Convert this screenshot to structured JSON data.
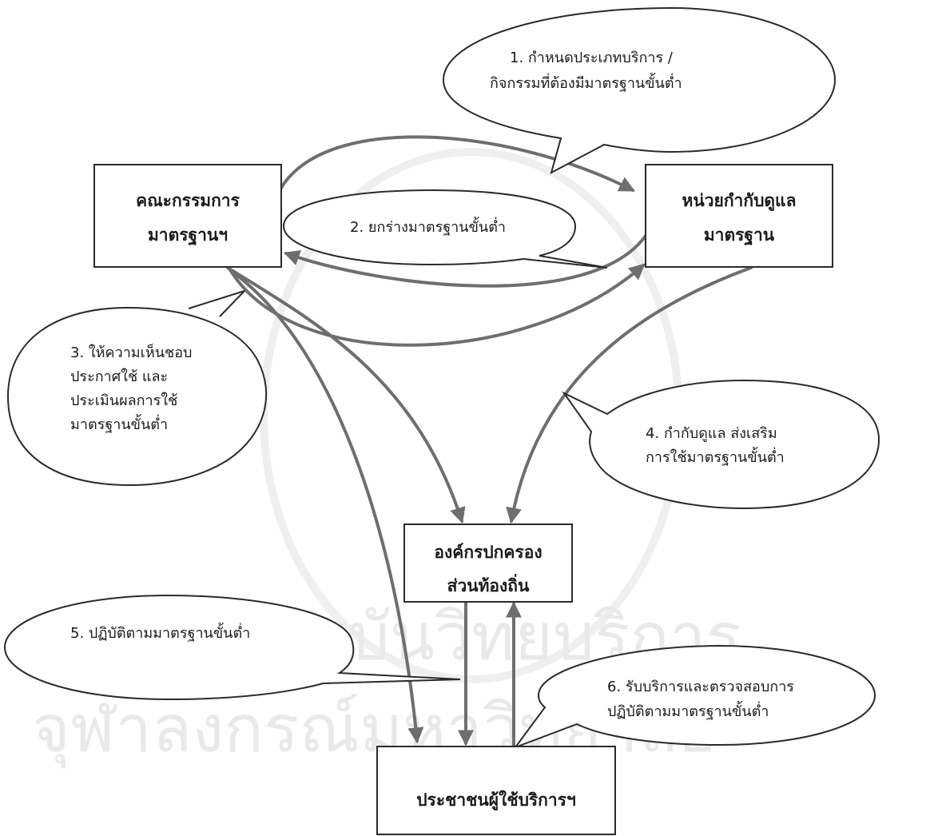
{
  "watermark": {
    "line1": "สถาบันวิทยบริการ",
    "line2": "จุฬาลงกรณ์มหาวิทยาลัย"
  },
  "boxes": {
    "committee": {
      "line1": "คณะกรรมการ",
      "line2": "มาตรฐานฯ"
    },
    "regulator": {
      "line1": "หน่วยกำกับดูแล",
      "line2": "มาตรฐาน"
    },
    "local_gov": {
      "line1": "องค์กรปกครอง",
      "line2": "ส่วนท้องถิ่น"
    },
    "citizens": {
      "line1": "ประชาชนผู้ใช้บริการฯ"
    }
  },
  "callouts": {
    "c1": {
      "line1": "1. กำหนดประเภทบริการ /",
      "line2": "กิจกรรมที่ต้องมีมาตรฐานขั้นต่ำ"
    },
    "c2": {
      "line1": "2. ยกร่างมาตรฐานขั้นต่ำ"
    },
    "c3": {
      "line1": "3. ให้ความเห็นชอบ",
      "line2": "ประกาศใช้ และ",
      "line3": "ประเมินผลการใช้",
      "line4": "มาตรฐานขั้นต่ำ"
    },
    "c4": {
      "line1": "4. กำกับดูแล ส่งเสริม",
      "line2": "การใช้มาตรฐานขั้นต่ำ"
    },
    "c5": {
      "line1": "5. ปฏิบัติตามมาตรฐานขั้นต่ำ"
    },
    "c6": {
      "line1": "6. รับบริการและตรวจสอบการ",
      "line2": "ปฏิบัติตามมาตรฐานขั้นต่ำ"
    }
  },
  "colors": {
    "arrow": "#6e6e6e",
    "outline": "#2a2a2a",
    "text": "#1b1b1b",
    "watermark": "#e9e9e9"
  }
}
